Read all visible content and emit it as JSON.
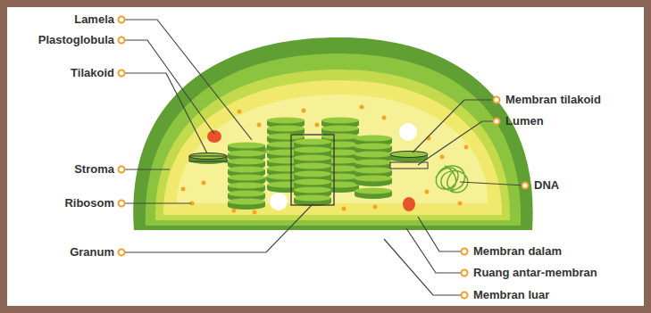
{
  "diagram": {
    "labels": [
      "Lamela",
      "Plastoglobula",
      "Tilakoid",
      "Stroma",
      "Ribosom",
      "Granum",
      "Membran tilakoid",
      "Lumen",
      "DNA",
      "Membran dalam",
      "Ruang antar-membran",
      "Membran luar"
    ]
  }
}
